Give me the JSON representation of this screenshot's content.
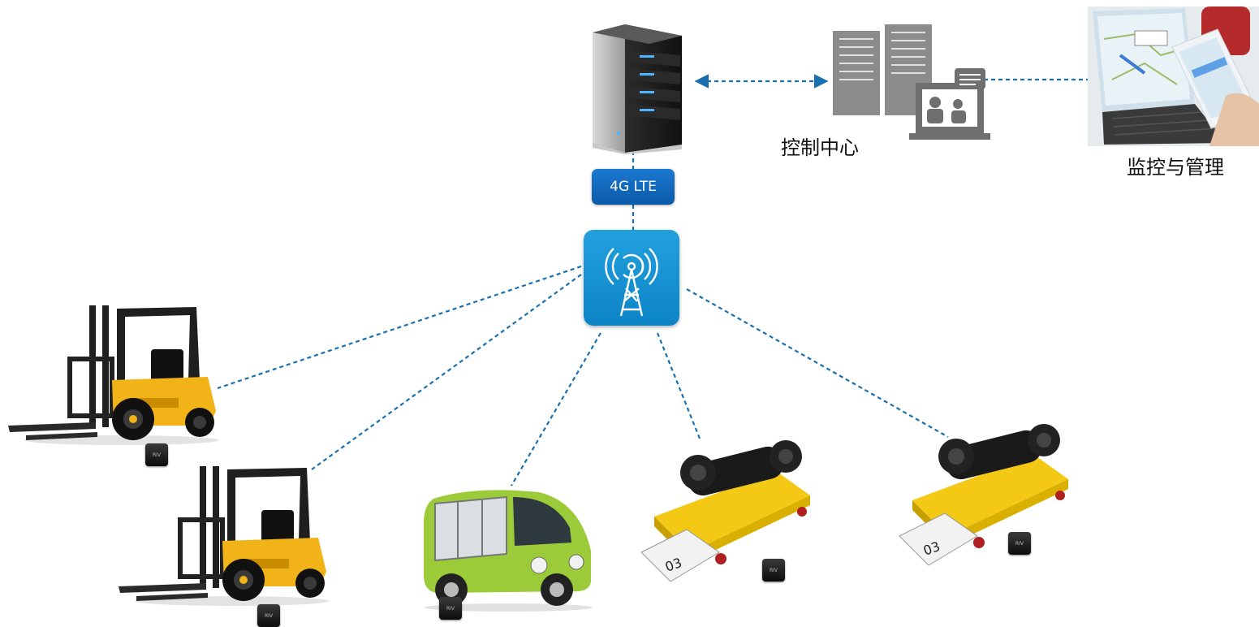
{
  "network": {
    "lte_label": "4G LTE"
  },
  "control_center": {
    "label": "控制中心"
  },
  "monitoring": {
    "label": "监控与管理"
  },
  "device_chip": {
    "text": "RIV"
  },
  "colors": {
    "link": "#1a6fb0",
    "lte_bg": "#0a5aa8",
    "tower_bg": "#1593d3",
    "forklift": "#f2b318",
    "cart": "#9ccb3a",
    "agv": "#f3c915"
  }
}
